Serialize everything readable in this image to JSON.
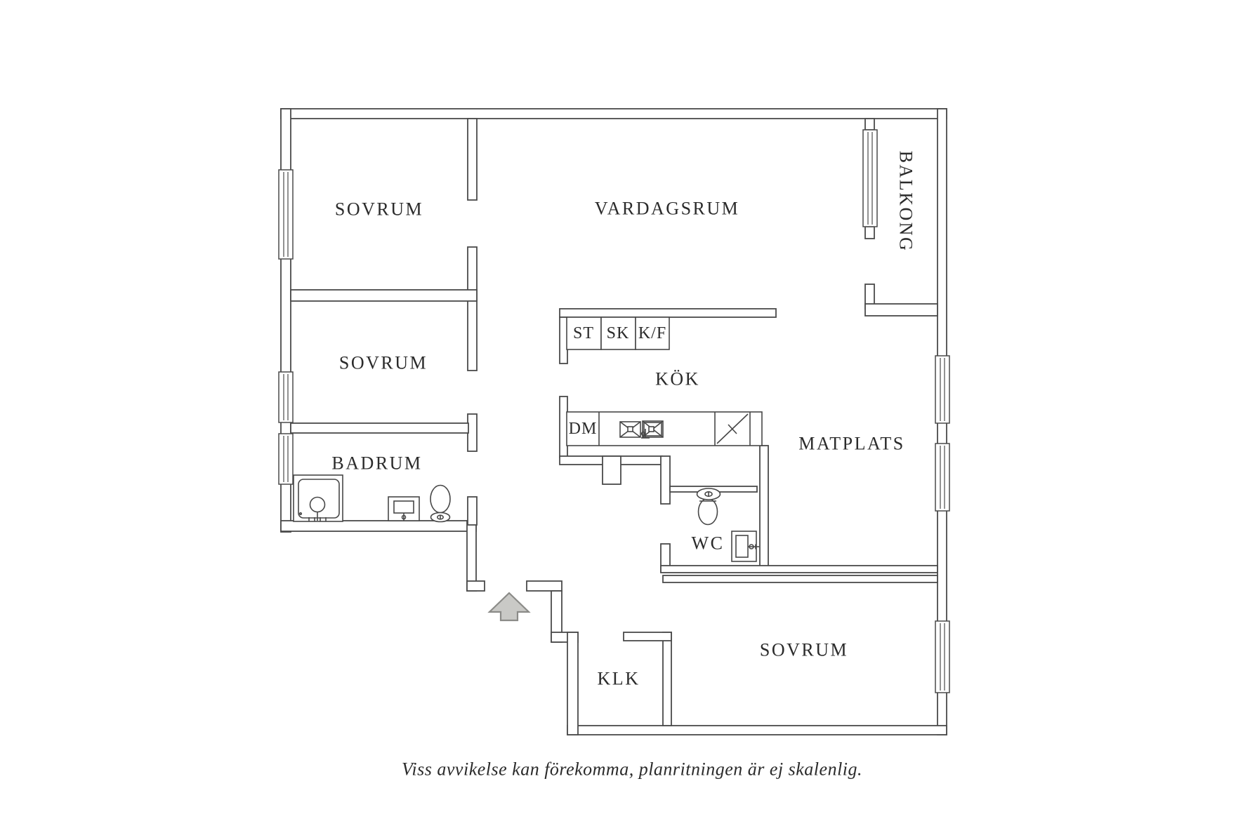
{
  "floorplan": {
    "rooms": [
      {
        "id": "sovrum-1",
        "label": "SOVRUM"
      },
      {
        "id": "vardagsrum",
        "label": "VARDAGSRUM"
      },
      {
        "id": "balkong",
        "label": "BALKONG"
      },
      {
        "id": "sovrum-2",
        "label": "SOVRUM"
      },
      {
        "id": "kok",
        "label": "KÖK"
      },
      {
        "id": "matplats",
        "label": "MATPLATS"
      },
      {
        "id": "badrum",
        "label": "BADRUM"
      },
      {
        "id": "wc",
        "label": "WC"
      },
      {
        "id": "sovrum-3",
        "label": "SOVRUM"
      },
      {
        "id": "klk",
        "label": "KLK"
      }
    ],
    "kitchen_units": {
      "st": "ST",
      "sk": "SK",
      "kf": "K/F",
      "dm": "DM"
    },
    "disclaimer": "Viss avvikelse kan förekomma, planritningen är ej skalenlig.",
    "colors": {
      "background": "#ffffff",
      "wall_line": "#4a4a4a",
      "text": "#2b2b2b",
      "arrow_fill": "#c9c9c6",
      "arrow_outline": "#8b8b88"
    }
  }
}
